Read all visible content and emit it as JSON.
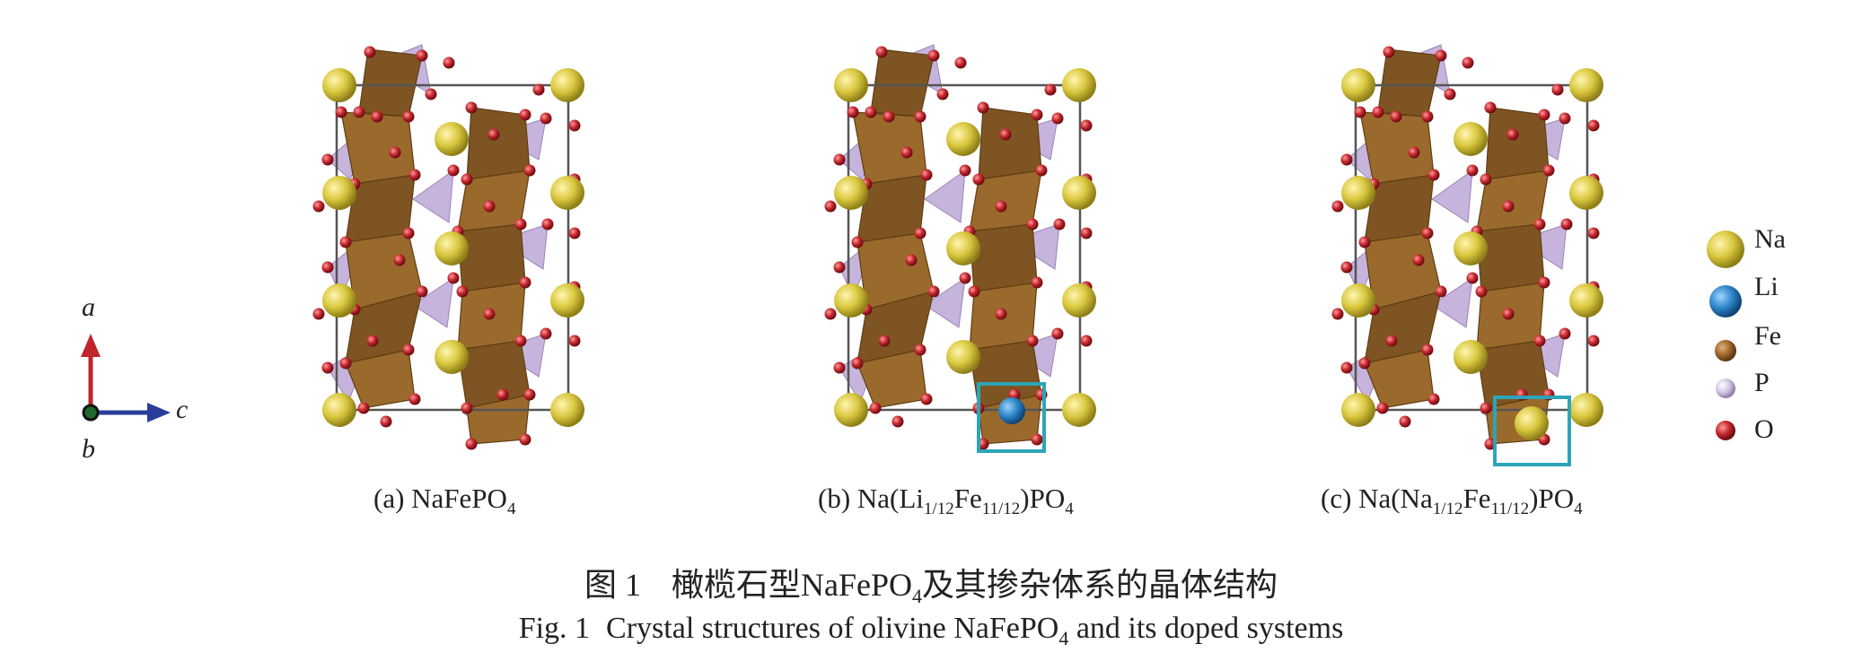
{
  "axes": {
    "a": "a",
    "b": "b",
    "c": "c"
  },
  "panels": [
    {
      "prefix": "(a) NaFePO",
      "sub1": "4",
      "mid": "",
      "sub2": "",
      "tail": "",
      "sub3": ""
    },
    {
      "prefix": "(b) Na(Li",
      "sub1": "1/12",
      "mid": "Fe",
      "sub2": "11/12",
      "tail": ")PO",
      "sub3": "4"
    },
    {
      "prefix": "(c) Na(Na",
      "sub1": "1/12",
      "mid": "Fe",
      "sub2": "11/12",
      "tail": ")PO",
      "sub3": "4"
    }
  ],
  "legend": [
    {
      "label": "Na",
      "color": "#d8c640"
    },
    {
      "label": "Li",
      "color": "#2f86c8"
    },
    {
      "label": "Fe",
      "color": "#a0682a"
    },
    {
      "label": "P",
      "color": "#b7a6cc"
    },
    {
      "label": "O",
      "color": "#c0252b"
    }
  ],
  "caption_cn": {
    "fig": "图 1",
    "pre": "橄榄石型NaFePO",
    "sub": "4",
    "post": "及其掺杂体系的晶体结构"
  },
  "caption_en": {
    "fig": "Fig. 1",
    "pre": "Crystal structures of olivine NaFePO",
    "sub": "4",
    "post": " and its doped systems"
  },
  "colors": {
    "fe_polyhedron": "#9a6a2c",
    "fe_polyhedron_dark": "#7e5522",
    "p_tetrahedron": "#b39bd1",
    "na_atom": "#d9c73e",
    "o_atom": "#c2262d",
    "cell_edge": "#555555",
    "highlight_box": "#2ea4b8",
    "axis_a": "#c0252b",
    "axis_c": "#2a3d9a"
  }
}
